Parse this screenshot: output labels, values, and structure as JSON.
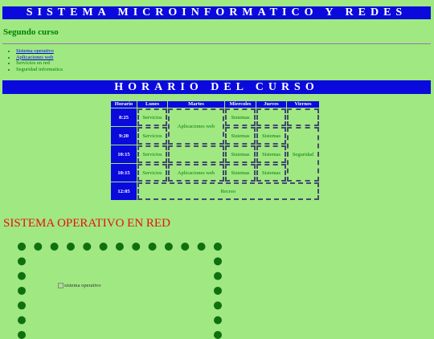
{
  "header": {
    "title": "SISTEMA MICROINFORMATICO Y REDES"
  },
  "subtitle": "Segundo curso",
  "course_list": [
    {
      "label": "Sistema operativo",
      "link": true
    },
    {
      "label": "Aplicaciones web",
      "link": true
    },
    {
      "label": "Servicios en red",
      "link": false
    },
    {
      "label": "Seguridad informatica",
      "link": false
    }
  ],
  "schedule": {
    "title": "HORARIO DEL CURSO",
    "headers": [
      "Horario",
      "Lunes",
      "Martes",
      "Miercoles",
      "Jueves",
      "Viernes"
    ],
    "hours": [
      "8:25",
      "9:20",
      "10:15",
      "10:15",
      "12:05"
    ],
    "cells": {
      "r1_lunes": "Servicios",
      "r1_martes": "Aplicaciones web",
      "r1_miercoles": "Sistemas",
      "r1_jueves": "",
      "r1_viernes": "",
      "r2_lunes": "Servicios",
      "r2_miercoles": "Sistemas",
      "r2_jueves": "Sistemas",
      "r2_viernes": "Seguridad",
      "r3_lunes": "Servicios",
      "r3_miercoles": "Sistemas",
      "r3_jueves": "Sistemas",
      "r4_lunes": "Servicios",
      "r4_martes": "Aplicaciones web",
      "r4_miercoles": "Sistemas",
      "r4_jueves": "Sistemas",
      "r5_recreo": "Recreo"
    }
  },
  "section": {
    "title": "SISTEMA OPERATIVO EN RED",
    "image_alt": "sistema operativo"
  },
  "colors": {
    "background": "#a0e882",
    "banner": "#0a0adc",
    "text_green": "#008000",
    "section_red": "#e81010",
    "dots": "#107010"
  }
}
